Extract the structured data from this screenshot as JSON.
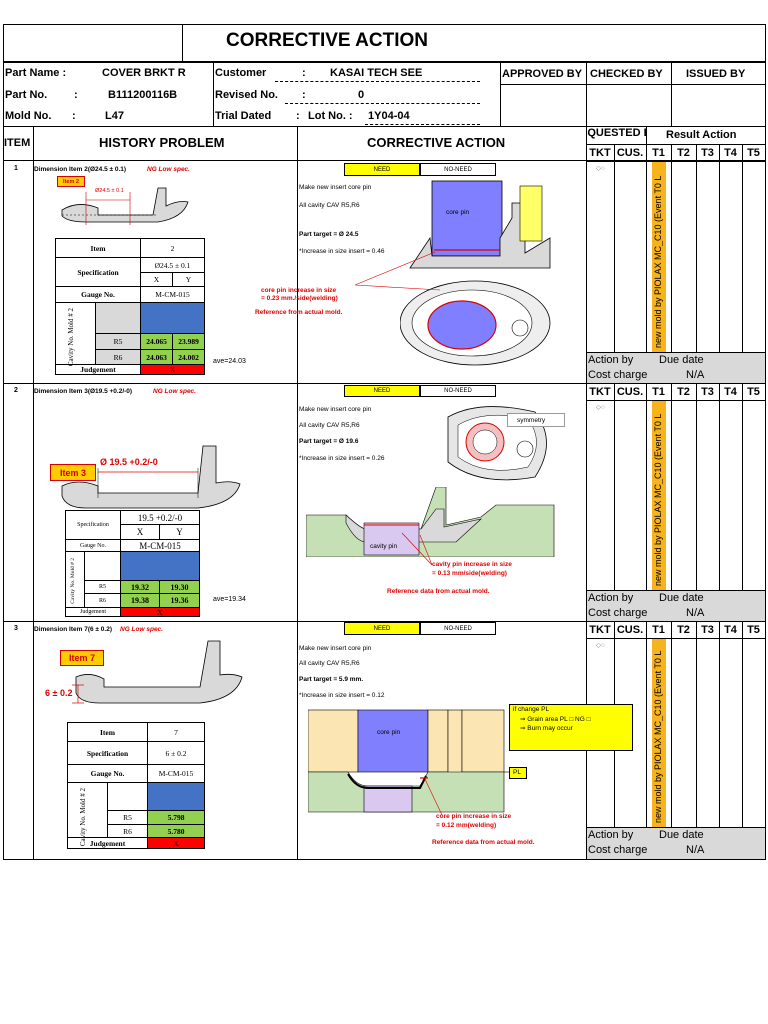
{
  "title": "CORRECTIVE ACTION",
  "header": {
    "part_name_label": "Part  Name :",
    "part_name_value": "COVER BRKT R",
    "part_no_label": "Part No.",
    "part_no_colon": ":",
    "part_no_value": "B111200116B",
    "mold_no_label": "Mold No.",
    "mold_no_colon": ":",
    "mold_no_value": "L47",
    "customer_label": "Customer",
    "customer_colon": ":",
    "customer_value": "KASAI TECH SEE",
    "revised_label": "Revised No.",
    "revised_colon": ":",
    "revised_value": "0",
    "trial_label": "Trial Dated",
    "trial_colon": ":",
    "lot_label": "Lot No. :",
    "lot_value": "1Y04-04",
    "approved_by": "APPROVED BY",
    "checked_by": "CHECKED BY",
    "issued_by": "ISSUED BY"
  },
  "columns": {
    "item": "ITEM",
    "history": "HISTORY PROBLEM",
    "corrective": "CORRECTIVE ACTION",
    "requested": "EQUESTED B",
    "result": "Result Action",
    "tkt": "TKT",
    "cus": "CUS.",
    "t1": "T1",
    "t2": "T2",
    "t3": "T3",
    "t4": "T4",
    "t5": "T5"
  },
  "common": {
    "need": "NEED",
    "no_need": "NO-NEED",
    "make_new": "Make new insert core pin",
    "all_cavity": "All cavity CAV R5,R6",
    "circles": "◇○",
    "vertical_note": "new mold by PIOLAX MC_C10  (Event T0 L",
    "action_by": "Action by",
    "due_date": "Due date",
    "cost_charge": "Cost charge",
    "na": "N/A",
    "reference_mold": "Reference from actual mold.",
    "reference_data_mold": "Reference data from actual mold.",
    "item_label": "Item",
    "spec_label": "Specification",
    "gauge_label": "Gauge No.",
    "cavity_label": "Cavity No.  Mold # 2",
    "judgement_label": "Judgement",
    "x": "X",
    "y": "Y",
    "r5": "R5",
    "r6": "R6",
    "cross": "X"
  },
  "rows": [
    {
      "no": "1",
      "title_prefix": "Dimension Item 2(Ø24.5 ± 0.1)",
      "title_ng": "NG Low spec.",
      "tag": "Item 2",
      "dim": "Ø24.5 ± 0.1",
      "table_item": "2",
      "spec": "Ø24.5 ± 0.1",
      "gauge": "M-CM-015",
      "r5_x": "24.065",
      "r5_y": "23.989",
      "r6_x": "24.063",
      "r6_y": "24.002",
      "ave": "ave=24.03",
      "target": "Part target = Ø 24.5",
      "increase": "*Increase in size insert = 0.46",
      "core_label": "core pin",
      "note1": "core pin increase in size",
      "note2": "= 0.23 mm./side(welding)"
    },
    {
      "no": "2",
      "title_prefix": "Dimension Item 3(Ø19.5 +0.2/-0)",
      "title_ng": "NG Low spec.",
      "tag": "Item 3",
      "dim": "Ø 19.5 +0.2/-0",
      "spec": "19.5 +0.2/-0",
      "gauge": "M-CM-015",
      "r5_x": "19.32",
      "r5_y": "19.30",
      "r6_x": "19.38",
      "r6_y": "19.36",
      "ave": "ave=19.34",
      "target": "Part target = Ø 19.6",
      "increase": "*Increase in size insert = 0.26",
      "symmetry": "symmetry",
      "core_label": "cavity pin",
      "note1": "cavity pin increase in size",
      "note2": "= 0.13 mm/side(welding)"
    },
    {
      "no": "3",
      "title_prefix": "Dimension Item 7(6  ± 0.2)",
      "title_ng": "NG Low spec.",
      "tag": "Item 7",
      "dim": "6 ± 0.2",
      "table_item": "7",
      "spec": "6 ± 0.2",
      "gauge": "M-CM-015",
      "r5_x": "5.798",
      "r6_x": "5.780",
      "target": "Part target = 5.9 mm.",
      "increase": "*Increase in size insert = 0.12",
      "core_label": "core pin",
      "pl": "PL",
      "callout1": "if change PL",
      "callout2": "⇒ Grain area PL □ NG □",
      "callout3": "⇒ Burn may occur",
      "note1": "core pin increase in size",
      "note2": "= 0.12 mm(welding)"
    }
  ]
}
